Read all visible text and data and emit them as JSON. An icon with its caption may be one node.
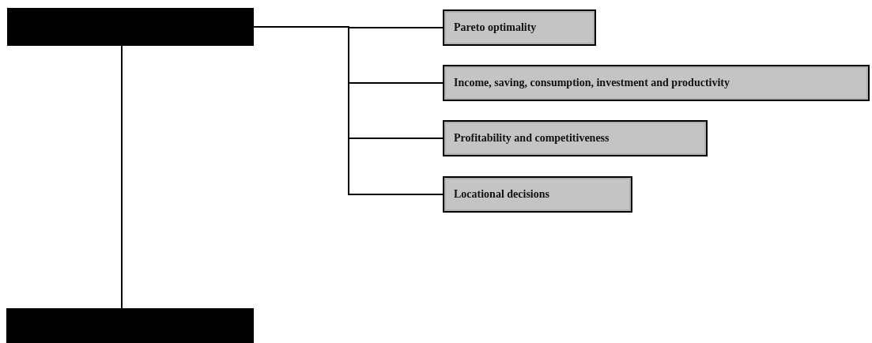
{
  "diagram": {
    "nodes": [
      {
        "text": [],
        "shape": "box"
      },
      {
        "text": [],
        "shape": "box"
      },
      {
        "text": [
          "Pareto optimality"
        ]
      },
      {
        "text": [
          "Income, saving, consumption, investment and productivity"
        ]
      },
      {
        "text": [
          "Profitability and competitiveness"
        ]
      },
      {
        "text": [
          "Locational decisions"
        ]
      }
    ],
    "edges": [
      {
        "from": 0,
        "to": 1,
        "arrow": "none"
      },
      {
        "from": 0,
        "to": 2,
        "arrow": "none"
      },
      {
        "from": 0,
        "to": 3,
        "arrow": "none"
      },
      {
        "from": 0,
        "to": 4,
        "arrow": "none"
      },
      {
        "from": 0,
        "to": 5,
        "arrow": "none"
      }
    ]
  }
}
